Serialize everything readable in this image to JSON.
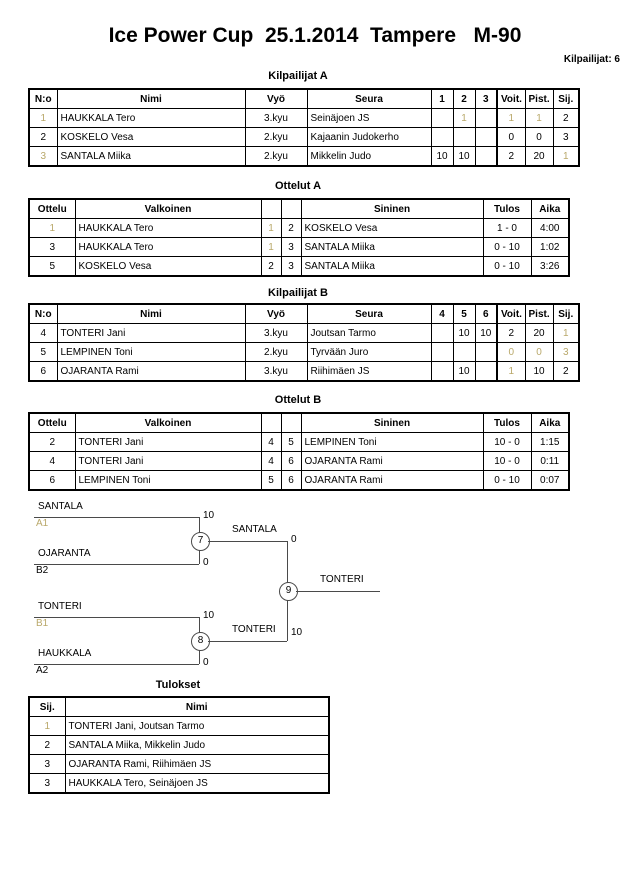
{
  "header": {
    "title": "Ice Power Cup  25.1.2014  Tampere   M-90",
    "competitors": "Kilpailijat: 6"
  },
  "pool_a": {
    "caption": "Kilpailijat A",
    "columns": [
      "N:o",
      "Nimi",
      "Vyö",
      "Seura",
      "1",
      "2",
      "3",
      "Voit.",
      "Pist.",
      "Sij."
    ],
    "rows": [
      {
        "no": "1",
        "name": "HAUKKALA Tero",
        "belt": "3.kyu",
        "club": "Seinäjoen JS",
        "m1": "",
        "m2": "1",
        "m3": "",
        "wins": "1",
        "points": "1",
        "rank": "2"
      },
      {
        "no": "2",
        "name": "KOSKELO Vesa",
        "belt": "2.kyu",
        "club": "Kajaanin Judokerho",
        "m1": "",
        "m2": "",
        "m3": "",
        "wins": "0",
        "points": "0",
        "rank": "3"
      },
      {
        "no": "3",
        "name": "SANTALA Miika",
        "belt": "2.kyu",
        "club": "Mikkelin Judo",
        "m1": "10",
        "m2": "10",
        "m3": "",
        "wins": "2",
        "points": "20",
        "rank": "1"
      }
    ]
  },
  "matches_a": {
    "caption": "Ottelut A",
    "columns": [
      "Ottelu",
      "Valkoinen",
      "",
      "",
      "Sininen",
      "Tulos",
      "Aika"
    ],
    "rows": [
      {
        "match": "1",
        "white": "HAUKKALA Tero",
        "white_no": "1",
        "blue_no": "2",
        "blue": "KOSKELO Vesa",
        "result": "1 - 0",
        "time": "4:00"
      },
      {
        "match": "3",
        "white": "HAUKKALA Tero",
        "white_no": "1",
        "blue_no": "3",
        "blue": "SANTALA Miika",
        "result": "0 - 10",
        "time": "1:02"
      },
      {
        "match": "5",
        "white": "KOSKELO Vesa",
        "white_no": "2",
        "blue_no": "3",
        "blue": "SANTALA Miika",
        "result": "0 - 10",
        "time": "3:26"
      }
    ]
  },
  "pool_b": {
    "caption": "Kilpailijat B",
    "columns": [
      "N:o",
      "Nimi",
      "Vyö",
      "Seura",
      "4",
      "5",
      "6",
      "Voit.",
      "Pist.",
      "Sij."
    ],
    "rows": [
      {
        "no": "4",
        "name": "TONTERI Jani",
        "belt": "3.kyu",
        "club": "Joutsan Tarmo",
        "m1": "",
        "m2": "10",
        "m3": "10",
        "wins": "2",
        "points": "20",
        "rank": "1"
      },
      {
        "no": "5",
        "name": "LEMPINEN Toni",
        "belt": "2.kyu",
        "club": "Tyrvään Juro",
        "m1": "",
        "m2": "",
        "m3": "",
        "wins": "0",
        "points": "0",
        "rank": "3"
      },
      {
        "no": "6",
        "name": "OJARANTA Rami",
        "belt": "3.kyu",
        "club": "Riihimäen JS",
        "m1": "",
        "m2": "10",
        "m3": "",
        "wins": "1",
        "points": "10",
        "rank": "2"
      }
    ]
  },
  "matches_b": {
    "caption": "Ottelut B",
    "columns": [
      "Ottelu",
      "Valkoinen",
      "",
      "",
      "Sininen",
      "Tulos",
      "Aika"
    ],
    "rows": [
      {
        "match": "2",
        "white": "TONTERI Jani",
        "white_no": "4",
        "blue_no": "5",
        "blue": "LEMPINEN Toni",
        "result": "10 - 0",
        "time": "1:15"
      },
      {
        "match": "4",
        "white": "TONTERI Jani",
        "white_no": "4",
        "blue_no": "6",
        "blue": "OJARANTA Rami",
        "result": "10 - 0",
        "time": "0:11"
      },
      {
        "match": "6",
        "white": "LEMPINEN Toni",
        "white_no": "5",
        "blue_no": "6",
        "blue": "OJARANTA Rami",
        "result": "0 - 10",
        "time": "0:07"
      }
    ]
  },
  "bracket": {
    "semi_1": {
      "id": "7",
      "top_name": "SANTALA",
      "top_seed": "A1",
      "top_score": "10",
      "bottom_name": "OJARANTA",
      "bottom_seed": "B2",
      "bottom_score": "0",
      "winner": "SANTALA"
    },
    "semi_2": {
      "id": "8",
      "top_name": "TONTERI",
      "top_seed": "B1",
      "top_score": "10",
      "bottom_name": "HAUKKALA",
      "bottom_seed": "A2",
      "bottom_score": "0",
      "winner": "TONTERI"
    },
    "final": {
      "id": "9",
      "top_score": "0",
      "bottom_score": "10",
      "winner": "TONTERI"
    }
  },
  "results": {
    "caption": "Tulokset",
    "columns": [
      "Sij.",
      "Nimi"
    ],
    "rows": [
      {
        "rank": "1",
        "name": "TONTERI Jani, Joutsan Tarmo"
      },
      {
        "rank": "2",
        "name": "SANTALA Miika, Mikkelin Judo"
      },
      {
        "rank": "3",
        "name": "OJARANTA Rami, Riihimäen JS"
      },
      {
        "rank": "3",
        "name": "HAUKKALA Tero, Seinäjoen JS"
      }
    ]
  }
}
